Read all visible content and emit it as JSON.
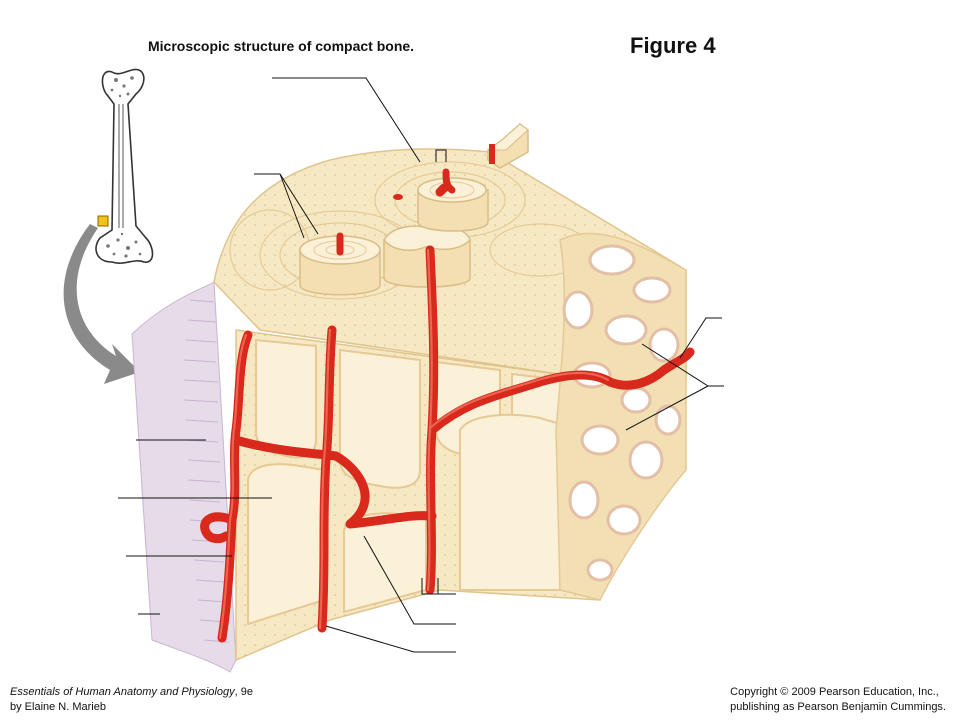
{
  "title": "Microscopic structure of compact bone.",
  "figure_label": "Figure 4",
  "credits": {
    "book_title": "Essentials of Human Anatomy and Physiology",
    "book_edition": ", 9e",
    "author": "by Elaine N. Marieb",
    "copyright": "Copyright © 2009 Pearson Education, Inc.,",
    "publisher": "publishing as Pearson Benjamin Cummings."
  },
  "colors": {
    "bone_matrix": "#f7e8c4",
    "bone_edge": "#e9cf9e",
    "osteon_ring": "#d9bd86",
    "blood_vessel": "#d9281c",
    "vessel_highlight": "#f06a55",
    "periosteum": "#e2d6e6",
    "spongy_bone": "#f3dfb4",
    "arrow": "#8a8a8a",
    "leader_line": "#111111"
  }
}
